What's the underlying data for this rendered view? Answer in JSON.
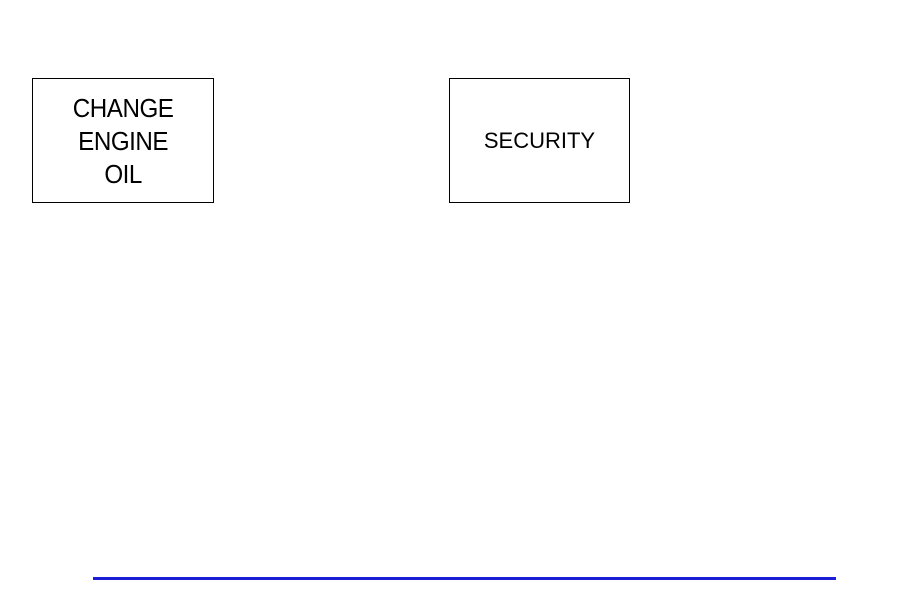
{
  "indicators": {
    "change_engine_oil": {
      "lines": [
        "CHANGE",
        "ENGINE",
        "OIL"
      ]
    },
    "security": {
      "label": "SECURITY"
    }
  },
  "colors": {
    "border": "#000000",
    "footer_rule": "#1d1dd6",
    "background": "#ffffff"
  }
}
